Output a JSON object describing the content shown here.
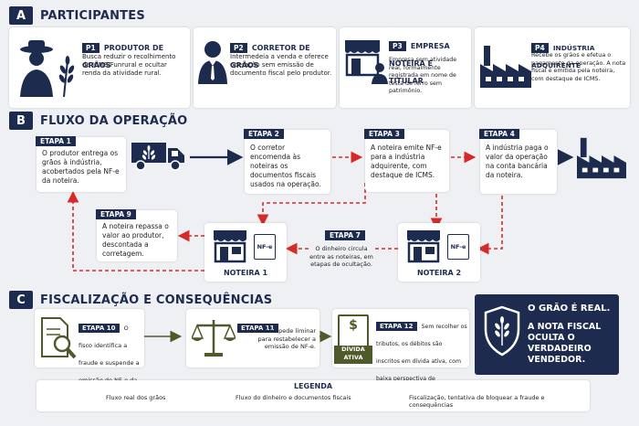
{
  "section_a": {
    "badge": "A",
    "title": "PARTICIPANTES",
    "participants": [
      {
        "tag": "P1",
        "title": "PRODUTOR DE GRÃOS",
        "text": "Busca reduzir o recolhimento de ICMS/Funrural e ocultar renda da atividade rural.",
        "icon": "farmer-icon"
      },
      {
        "tag": "P2",
        "title": "CORRETOR DE GRÃOS",
        "text": "Intermedeia a venda e oferece operação sem emissão de documento fiscal pelo produtor.",
        "icon": "broker-icon"
      },
      {
        "tag": "P3",
        "title": "EMPRESA NOTEIRA E TITULAR",
        "text": "Empresa sem atividade real, formalmente registrada em nome de testa de ferro sem patrimônio.",
        "icon": "shop-person-icon"
      },
      {
        "tag": "P4",
        "title": "INDÚSTRIA ADQUIRENTE",
        "text": "Recebe os grãos e efetua o pagamento da operação. A nota fiscal é emitida pela noteira, com destaque de ICMS.",
        "icon": "factory-icon"
      }
    ]
  },
  "section_b": {
    "badge": "B",
    "title": "FLUXO DA OPERAÇÃO",
    "steps": [
      {
        "tag": "ETAPA 1",
        "text": "O produtor entrega os grãos à indústria, acobertados pela NF-e da noteira."
      },
      {
        "tag": "ETAPA 2",
        "text": "O corretor encomenda às noteiras os documentos fiscais usados na operação."
      },
      {
        "tag": "ETAPA 3",
        "text": "A noteira emite NF-e para a indústria adquirente, com destaque de ICMS."
      },
      {
        "tag": "ETAPA 4",
        "text": "A indústria paga o valor da operação na conta bancária da noteira."
      },
      {
        "tag": "ETAPA 7",
        "text": "O dinheiro circula entre as noteiras, em etapas de ocultação."
      },
      {
        "tag": "ETAPA 9",
        "text": "A noteira repassa o valor ao produtor, descontada a corretagem."
      }
    ],
    "noteira1": "NOTEIRA 1",
    "noteira2": "NOTEIRA 2",
    "nfe": "NF-e"
  },
  "section_c": {
    "badge": "C",
    "title": "FISCALIZAÇÃO E CONSEQUÊNCIAS",
    "steps": [
      {
        "tag": "ETAPA 10",
        "text": "O fisco identifica a fraude e suspende a emissão de NF-e da noteira.",
        "icon": "magnifier-doc-icon"
      },
      {
        "tag": "ETAPA 11",
        "text": "A noteira pede liminar para restabelecer a emissão de NF-e.",
        "icon": "scales-icon"
      },
      {
        "tag": "ETAPA 12",
        "text": "Sem recolher os tributos, os débitos são inscritos em dívida ativa, com baixa perspectiva de recuperação.",
        "icon": "money-doc-icon"
      }
    ],
    "divida_line1": "DÍVIDA",
    "divida_line2": "ATIVA"
  },
  "callout": {
    "line1": "O GRÃO É REAL.",
    "line2": "A NOTA FISCAL OCULTA O VERDADEIRO VENDEDOR."
  },
  "legend": {
    "title": "LEGENDA",
    "items": [
      "Fluxo real dos grãos",
      "Fluxo do dinheiro e documentos fiscais",
      "Fiscalização, tentativa de bloquear a fraude e consequências"
    ]
  },
  "colors": {
    "navy": "#1d2b4e",
    "red": "#d62a2a",
    "olive": "#4f5a2a"
  }
}
